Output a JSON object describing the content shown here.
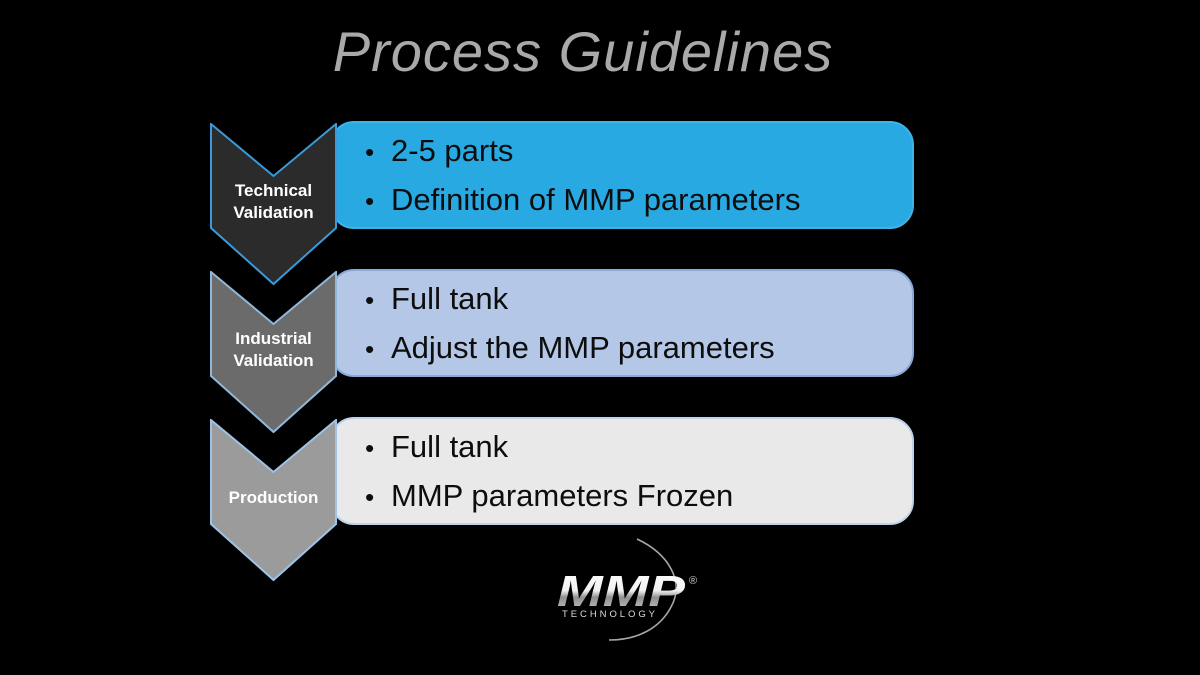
{
  "title": "Process Guidelines",
  "glyphs": {
    "bullet": "•"
  },
  "colors": {
    "background": "#000000",
    "title_text": "#a9a9a9",
    "bullet_text": "#0d0d0d",
    "chevron_label_text": "#ffffff"
  },
  "stages": [
    {
      "label_line1": "Technical",
      "label_line2": "Validation",
      "bullets": [
        "2-5 parts",
        "Definition of MMP parameters"
      ],
      "chevron_fill": "#2b2b2b",
      "chevron_stroke": "#3a9ad9",
      "box_fill": "#29a9e2",
      "box_border": "#3fb2e6"
    },
    {
      "label_line1": "Industrial",
      "label_line2": "Validation",
      "bullets": [
        "Full tank",
        "Adjust the MMP parameters"
      ],
      "chevron_fill": "#6b6b6b",
      "chevron_stroke": "#8fb8da",
      "box_fill": "#b4c7e7",
      "box_border": "#8aabda"
    },
    {
      "label_line1": "Production",
      "label_line2": "",
      "bullets": [
        "Full tank",
        "MMP parameters Frozen"
      ],
      "chevron_fill": "#9b9b9b",
      "chevron_stroke": "#9dc3e6",
      "box_fill": "#e9e9e9",
      "box_border": "#bdd3e9"
    }
  ],
  "logo": {
    "wordmark": "MMP",
    "subtitle": "TECHNOLOGY",
    "registered": "®"
  }
}
